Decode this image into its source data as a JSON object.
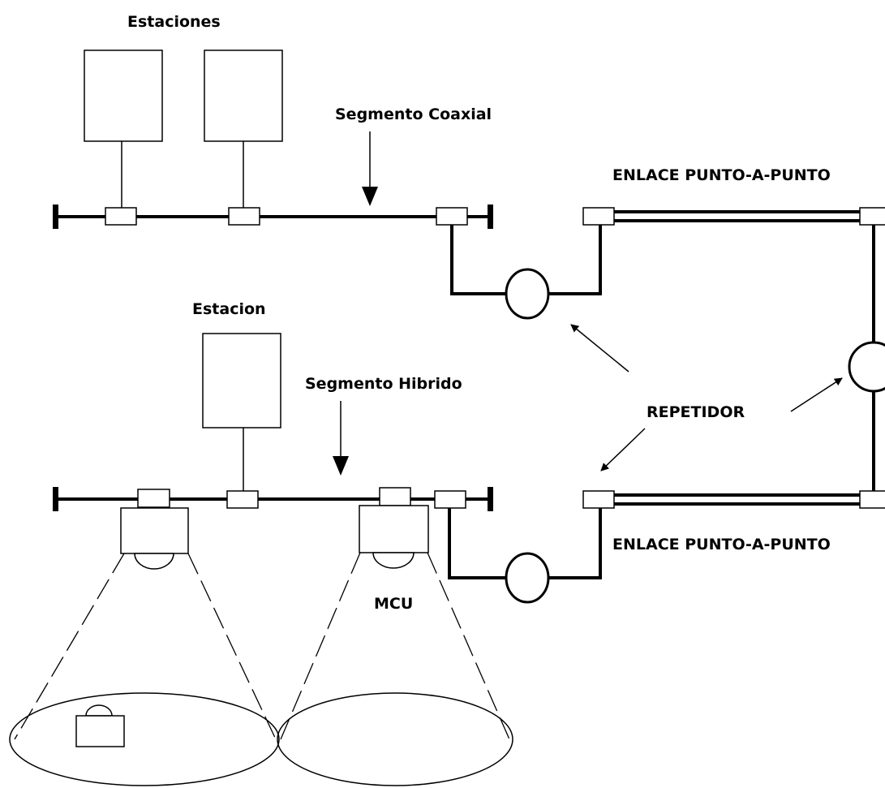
{
  "labels": {
    "estaciones": "Estaciones",
    "segmento_coaxial": "Segmento Coaxial",
    "enlace_top": "ENLACE PUNTO-A-PUNTO",
    "estacion": "Estacion",
    "segmento_hibrido": "Segmento Hibrido",
    "repetidor": "REPETIDOR",
    "enlace_bottom": "ENLACE PUNTO-A-PUNTO",
    "mcu": "MCU"
  },
  "colors": {
    "line": "#000000",
    "background": "#ffffff"
  }
}
